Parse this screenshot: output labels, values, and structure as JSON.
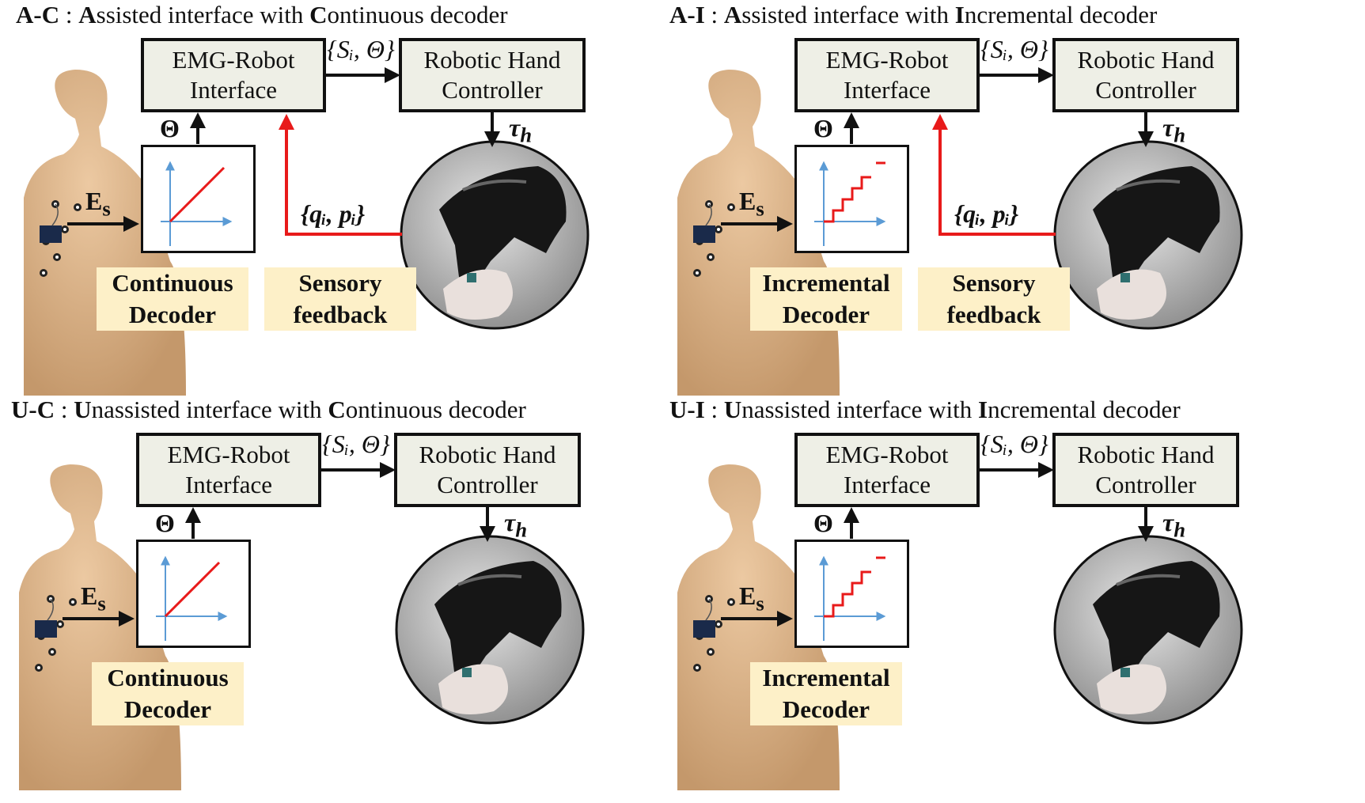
{
  "panels": [
    {
      "id": "A-C",
      "title_code": "A-C",
      "title_parts": [
        " : ",
        "A",
        "ssisted interface with ",
        "C",
        "ontinuous decoder"
      ],
      "emg_box": [
        "EMG-Robot",
        "Interface"
      ],
      "hand_box": [
        "Robotic Hand",
        "Controller"
      ],
      "decoder_label": [
        "Continuous",
        "Decoder"
      ],
      "decoder_type": "continuous",
      "assisted": true,
      "feedback_label": [
        "Sensory",
        "feedback"
      ]
    },
    {
      "id": "A-I",
      "title_code": "A-I",
      "title_parts": [
        " : ",
        "A",
        "ssisted interface with ",
        "I",
        "ncremental decoder"
      ],
      "emg_box": [
        "EMG-Robot",
        "Interface"
      ],
      "hand_box": [
        "Robotic Hand",
        "Controller"
      ],
      "decoder_label": [
        "Incremental",
        "Decoder"
      ],
      "decoder_type": "incremental",
      "assisted": true,
      "feedback_label": [
        "Sensory",
        "feedback"
      ]
    },
    {
      "id": "U-C",
      "title_code": "U-C",
      "title_parts": [
        " : ",
        "U",
        "nassisted interface with ",
        "C",
        "ontinuous decoder"
      ],
      "emg_box": [
        "EMG-Robot",
        "Interface"
      ],
      "hand_box": [
        "Robotic Hand",
        "Controller"
      ],
      "decoder_label": [
        "Continuous",
        "Decoder"
      ],
      "decoder_type": "continuous",
      "assisted": false
    },
    {
      "id": "U-I",
      "title_code": "U-I",
      "title_parts": [
        " : ",
        "U",
        "nassisted interface with ",
        "I",
        "ncremental decoder"
      ],
      "emg_box": [
        "EMG-Robot",
        "Interface"
      ],
      "hand_box": [
        "Robotic Hand",
        "Controller"
      ],
      "decoder_label": [
        "Incremental",
        "Decoder"
      ],
      "decoder_type": "incremental",
      "assisted": false
    }
  ],
  "symbols": {
    "set_si_theta": "{Sᵢ, Θ}",
    "theta": "Θ",
    "tau": "τ",
    "tau_sub": "h",
    "emg_signal": "E",
    "emg_signal_sub": "s",
    "feedback_set": "{qᵢ, pᵢ}"
  },
  "colors": {
    "box_fill": "#eeefe6",
    "label_fill": "#fdf0c8",
    "feedback_arrow": "#e81a1a",
    "axis": "#5b9bd5",
    "decoder_line": "#e81a1a",
    "mannequin": "#d9b48c"
  }
}
